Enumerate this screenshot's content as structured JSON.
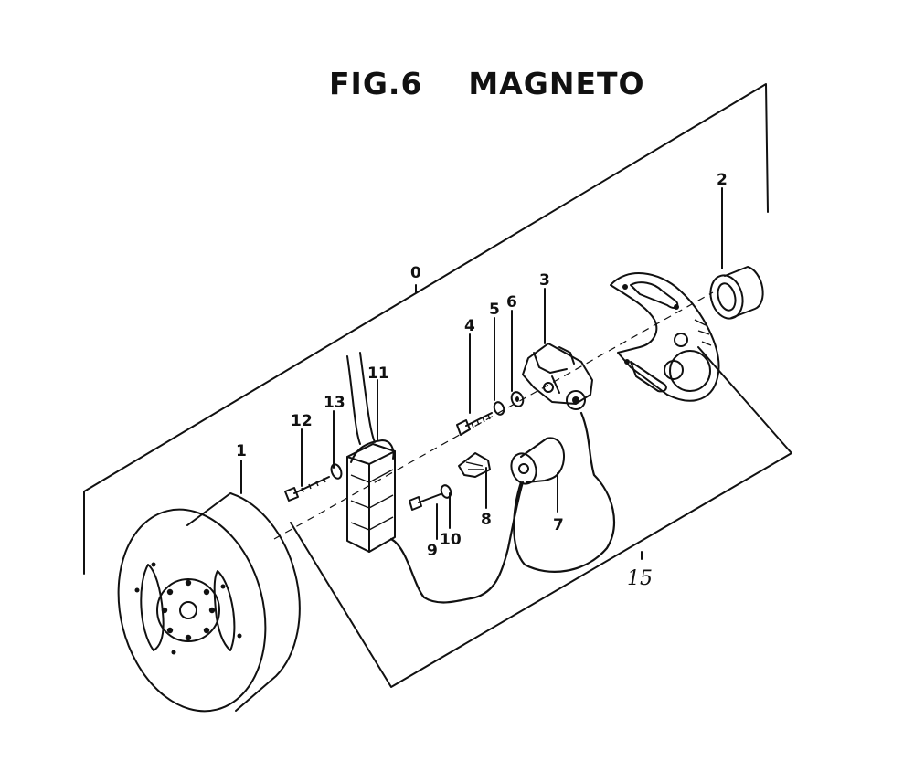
{
  "figure": {
    "title": "FIG.6    MAGNETO"
  },
  "callouts": {
    "c0": "0",
    "c1": "1",
    "c2": "2",
    "c3": "3",
    "c4": "4",
    "c5": "5",
    "c6": "6",
    "c7": "7",
    "c8": "8",
    "c9": "9",
    "c10": "10",
    "c11": "11",
    "c12": "12",
    "c13": "13",
    "c15": "15"
  }
}
